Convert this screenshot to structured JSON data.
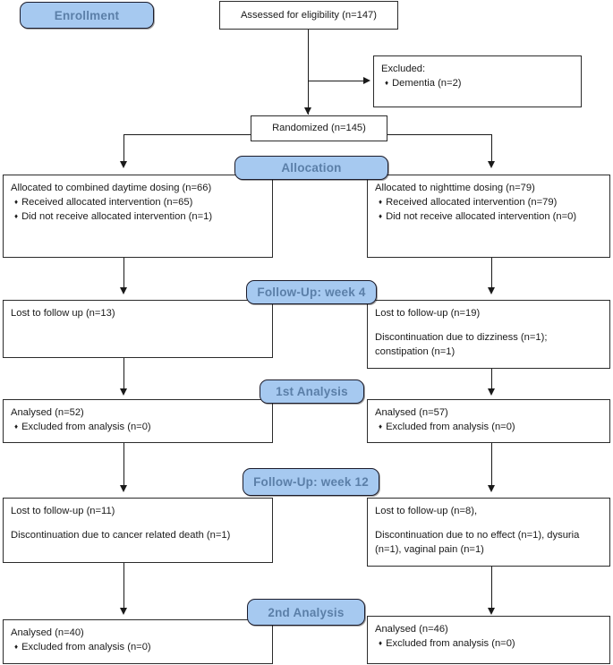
{
  "diagram": {
    "title": "CONSORT participant flow diagram",
    "accent_blue_fill": "#a6c9f0",
    "accent_blue_text": "#5b7fa8",
    "box_border": "#2b2b2b"
  },
  "stage_labels": {
    "enrollment": "Enrollment",
    "allocation": "Allocation",
    "followup_week4": "Follow-Up: week 4",
    "analysis_1": "1st Analysis",
    "followup_week12": "Follow-Up: week 12",
    "analysis_2": "2nd Analysis"
  },
  "enrollment": {
    "assessed": "Assessed for eligibility (n=147)",
    "excluded_title": "Excluded:",
    "excluded_reason": "Dementia (n=2)",
    "randomized": "Randomized (n=145)"
  },
  "allocation": {
    "left": {
      "heading": "Allocated to combined daytime dosing (n=66)",
      "received": "Received allocated intervention (n=65)",
      "not_received": "Did not receive allocated intervention (n=1)"
    },
    "right": {
      "heading": "Allocated to nighttime dosing (n=79)",
      "received": "Received allocated intervention (n=79)",
      "not_received": "Did not receive allocated intervention (n=0)"
    }
  },
  "followup_week4": {
    "left": {
      "lost": "Lost to follow up (n=13)",
      "discontinuation": ""
    },
    "right": {
      "lost": "Lost to follow-up (n=19)",
      "discontinuation": "Discontinuation due to dizziness (n=1); constipation (n=1)"
    }
  },
  "analysis_1": {
    "left": {
      "analysed": "Analysed (n=52)",
      "excluded": "Excluded from analysis (n=0)"
    },
    "right": {
      "analysed": "Analysed (n=57)",
      "excluded": "Excluded from analysis (n=0)"
    }
  },
  "followup_week12": {
    "left": {
      "lost": "Lost to follow-up (n=11)",
      "discontinuation": "Discontinuation due to cancer related death (n=1)"
    },
    "right": {
      "lost": "Lost to follow-up (n=8),",
      "discontinuation": "Discontinuation due to no effect (n=1), dysuria (n=1), vaginal pain (n=1)"
    }
  },
  "analysis_2": {
    "left": {
      "analysed": "Analysed (n=40)",
      "excluded": "Excluded from analysis (n=0)"
    },
    "right": {
      "analysed": "Analysed (n=46)",
      "excluded": "Excluded from analysis (n=0)"
    }
  }
}
